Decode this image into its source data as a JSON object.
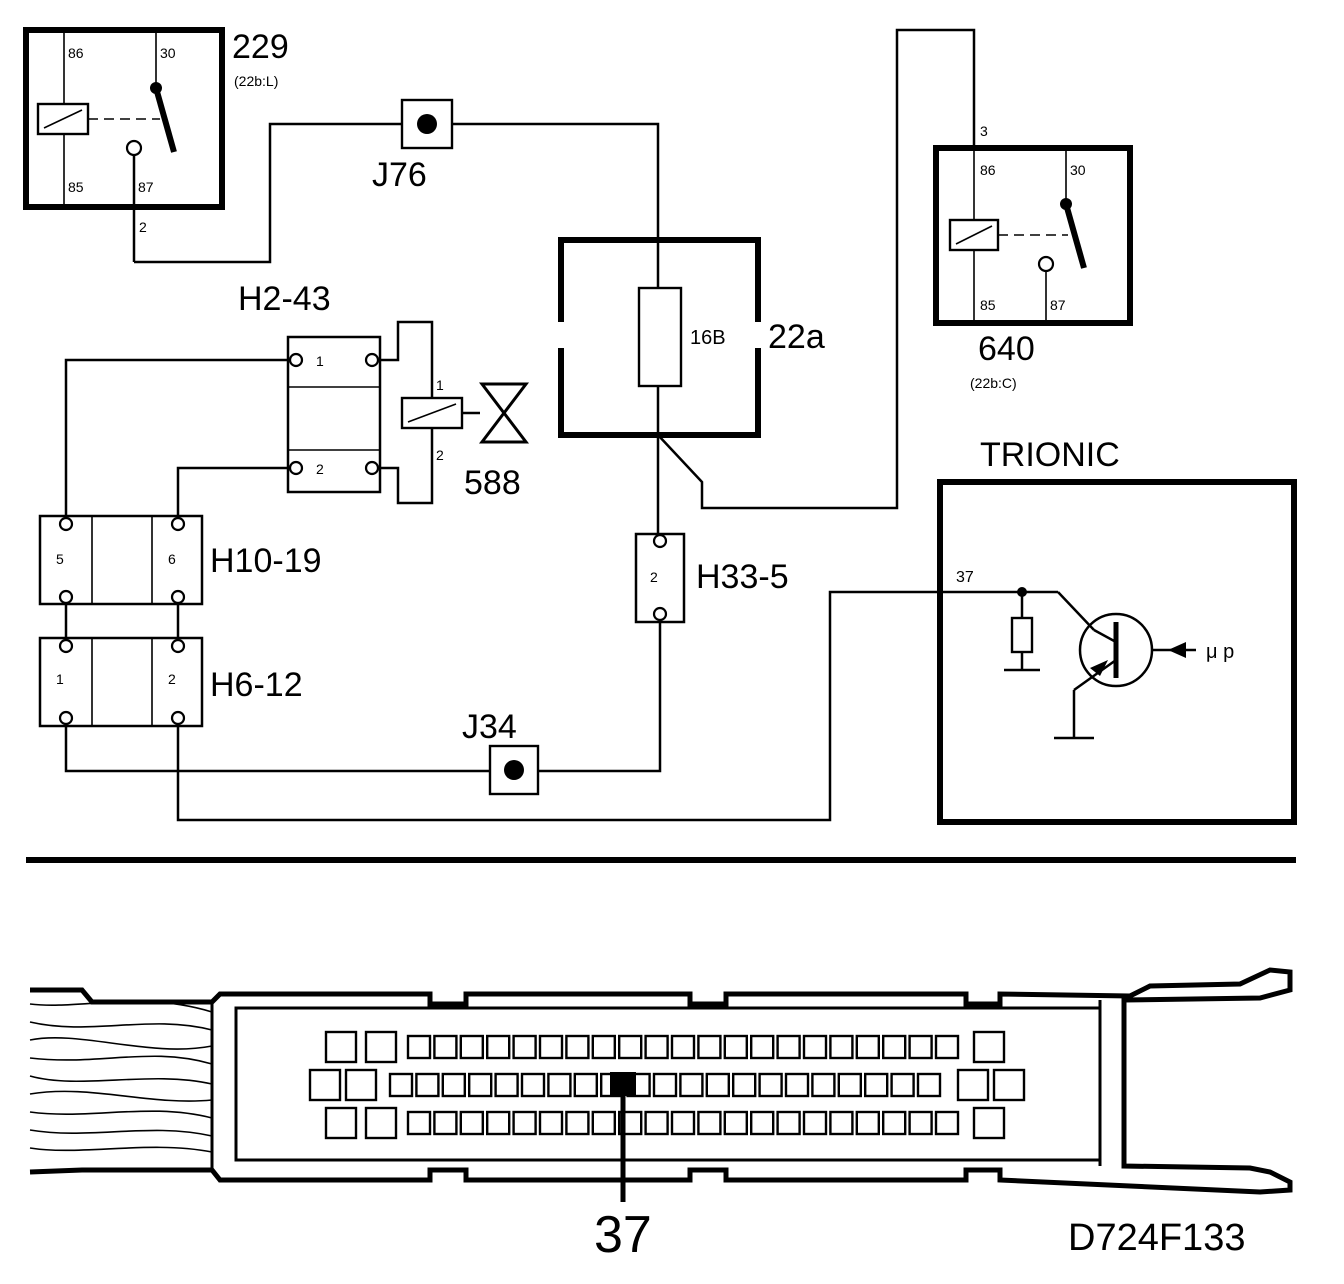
{
  "relay_229": {
    "id": "229",
    "ref": "(22b:L)",
    "pin86": "86",
    "pin30": "30",
    "pin85": "85",
    "pin87": "87",
    "wire": "2"
  },
  "relay_640": {
    "id": "640",
    "ref": "(22b:C)",
    "pin86": "86",
    "pin30": "30",
    "pin85": "85",
    "pin87": "87",
    "wire": "3"
  },
  "junction_j76": "J76",
  "junction_j34": "J34",
  "fuse_box": {
    "id": "22a",
    "fuse": "16B"
  },
  "connector_h2_43": {
    "id": "H2-43",
    "pin1": "1",
    "pin2": "2"
  },
  "valve_588": {
    "id": "588",
    "pin1": "1",
    "pin2": "2"
  },
  "connector_h10_19": {
    "id": "H10-19",
    "pin5": "5",
    "pin6": "6"
  },
  "connector_h6_12": {
    "id": "H6-12",
    "pin1": "1",
    "pin2": "2"
  },
  "connector_h33_5": {
    "id": "H33-5",
    "pin2": "2"
  },
  "trionic": {
    "title": "TRIONIC",
    "pin": "37",
    "micro": "μ p"
  },
  "ecu_connector": {
    "pin_callout": "37"
  },
  "figure_code": "D724F133"
}
